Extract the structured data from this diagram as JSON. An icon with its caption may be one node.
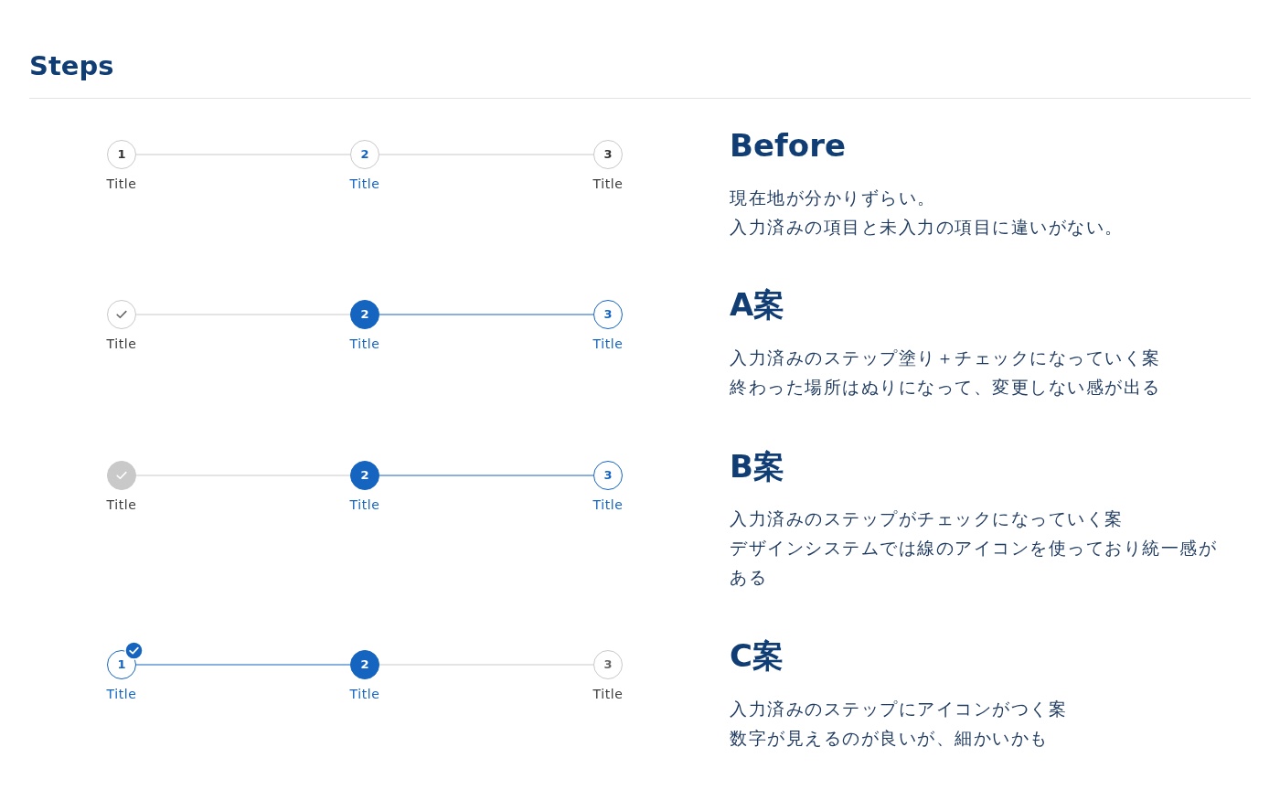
{
  "diagram": {
    "title": "Steps",
    "nodes": [
      {
        "text": [
          "1"
        ],
        "beside": [
          "Title"
        ]
      },
      {
        "text": [
          "2"
        ],
        "beside": [
          "Title"
        ]
      },
      {
        "text": [
          "3"
        ],
        "beside": [
          "Title"
        ]
      },
      {
        "text": [],
        "shape": "circle",
        "beside": [
          "Title"
        ]
      },
      {
        "text": [
          "2"
        ],
        "beside": [
          "Title"
        ]
      },
      {
        "text": [
          "3"
        ],
        "beside": [
          "Title"
        ]
      },
      {
        "text": [],
        "shape": "circle",
        "beside": [
          "Title"
        ]
      },
      {
        "text": [
          "2"
        ],
        "beside": [
          "Title"
        ]
      },
      {
        "text": [
          "3"
        ],
        "beside": [
          "Title"
        ]
      },
      {
        "text": [
          "1"
        ],
        "beside": [
          "Title"
        ]
      },
      {
        "text": [
          "2"
        ],
        "beside": [
          "Title"
        ]
      },
      {
        "text": [
          "3"
        ],
        "beside": [
          "Title"
        ]
      }
    ],
    "edges": [
      {
        "from": 0,
        "to": 1,
        "arrow": "none"
      },
      {
        "from": 1,
        "to": 2,
        "arrow": "none"
      },
      {
        "from": 3,
        "to": 4,
        "arrow": "none"
      },
      {
        "from": 4,
        "to": 5,
        "arrow": "none",
        "color": "#1565c0"
      },
      {
        "from": 6,
        "to": 7,
        "arrow": "none"
      },
      {
        "from": 7,
        "to": 8,
        "arrow": "none",
        "color": "#1565c0"
      },
      {
        "from": 9,
        "to": 10,
        "arrow": "none",
        "color": "#1565c0"
      },
      {
        "from": 10,
        "to": 11,
        "arrow": "none"
      }
    ],
    "labels": [
      "Before",
      "現在地が分かりずらい。",
      "入力済みの項目と未入力の項目に違いがない。",
      "A案",
      "入力済みのステップ塗り＋チェックになっていく案",
      "終わった場所はぬりになって、変更しない感が出る",
      "B案",
      "入力済みのステップがチェックになっていく案",
      "デザインシステムでは線のアイコンを使っており統一感がある",
      "C案",
      "入力済みのステップにアイコンがつく案",
      "数字が見えるのが良いが、細かいかも"
    ]
  }
}
